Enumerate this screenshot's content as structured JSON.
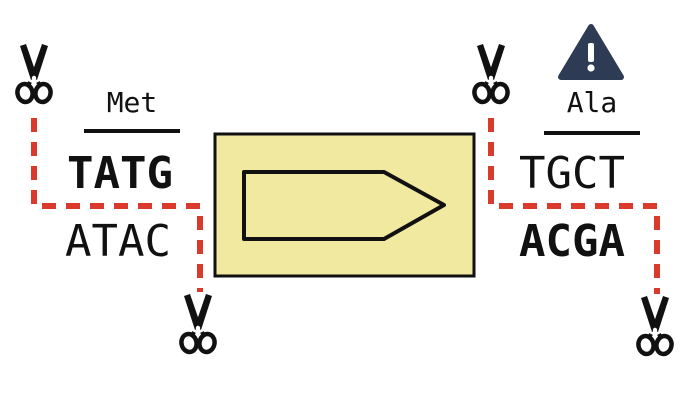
{
  "left_site": {
    "amino_acid": "Met",
    "top_strand": "TATG",
    "bottom_strand": "ATAC"
  },
  "right_site": {
    "amino_acid": "Ala",
    "top_strand": "TGCT",
    "bottom_strand": "ACGA"
  },
  "icons": {
    "scissors": "scissors-icon",
    "warning": "warning-icon",
    "gene_insert": "gene-arrow-icon"
  },
  "colors": {
    "insert_fill": "#f2e9a0",
    "cut_line": "#d93a2b",
    "warning": "#2d3b55"
  }
}
